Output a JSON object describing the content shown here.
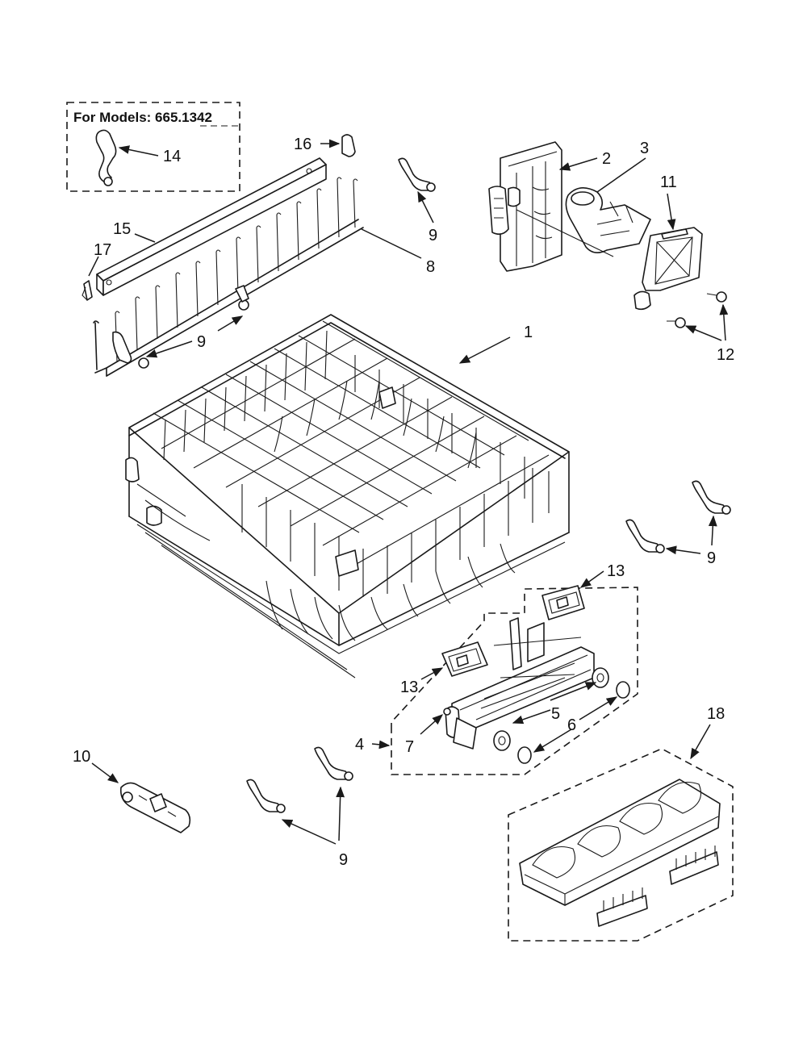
{
  "model_box": {
    "label": "For Models: 665.1342"
  },
  "callouts": {
    "c1": "1",
    "c2": "2",
    "c3": "3",
    "c4": "4",
    "c5": "5",
    "c6": "6",
    "c7": "7",
    "c8": "8",
    "c9": "9",
    "c10": "10",
    "c11": "11",
    "c12": "12",
    "c13": "13",
    "c14": "14",
    "c15": "15",
    "c16": "16",
    "c17": "17",
    "c18": "18"
  },
  "colors": {
    "line": "#1a1a1a",
    "background": "#ffffff"
  }
}
